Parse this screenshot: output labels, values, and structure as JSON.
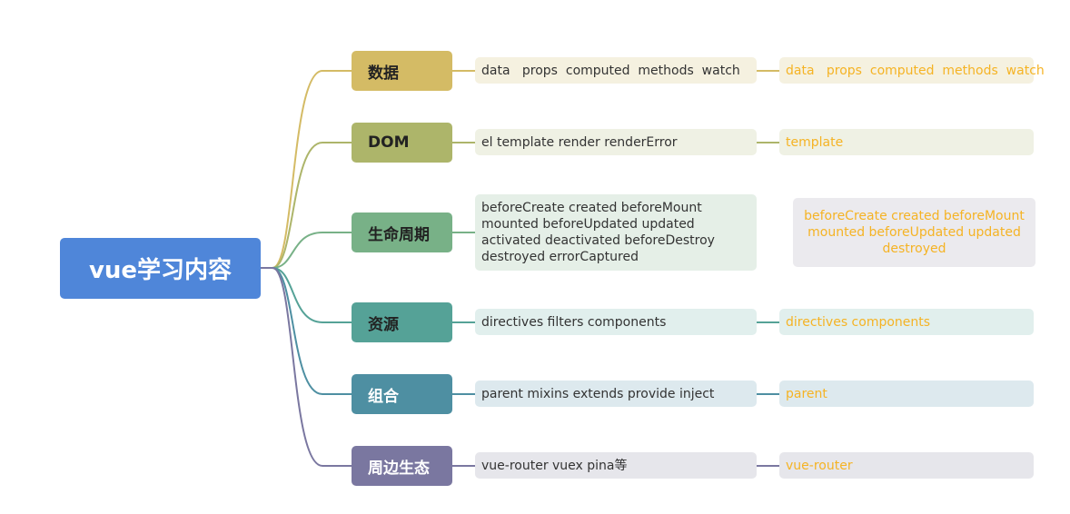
{
  "root": {
    "label": "vue学习内容",
    "color": "#4f86d9"
  },
  "branches": [
    {
      "label": "数据",
      "color": "#d4bb65",
      "text_color": "#222222",
      "detail": "data   props  computed  methods  watch",
      "detail_bg": "#f5f1e0",
      "note": "data   props  computed  methods  watch",
      "note_bg": "#f5f1e0"
    },
    {
      "label": "DOM",
      "color": "#adb56a",
      "text_color": "#222222",
      "detail": "el  template render renderError",
      "detail_bg": "#eff1e4",
      "note": "template",
      "note_bg": "#eff1e4"
    },
    {
      "label": "生命周期",
      "color": "#78b187",
      "text_color": "#222222",
      "detail": "beforeCreate created beforeMount mounted beforeUpdated updated activated deactivated beforeDestroy destroyed errorCaptured",
      "detail_bg": "#e5efe7",
      "note": "beforeCreate created beforeMount mounted beforeUpdated updated destroyed",
      "note_bg": "#ebeaee"
    },
    {
      "label": "资源",
      "color": "#55a297",
      "text_color": "#222222",
      "detail": "directives filters components",
      "detail_bg": "#e1efed",
      "note": "directives components",
      "note_bg": "#e1efed"
    },
    {
      "label": "组合",
      "color": "#4e8fa2",
      "text_color": "#ffffff",
      "detail": "parent mixins extends provide inject",
      "detail_bg": "#dde9ee",
      "note": "parent",
      "note_bg": "#dde9ee"
    },
    {
      "label": "周边生态",
      "color": "#7a77a0",
      "text_color": "#ffffff",
      "detail": "vue-router vuex pina等",
      "detail_bg": "#e6e6eb",
      "note": "vue-router",
      "note_bg": "#e6e6eb"
    }
  ],
  "note_color": "#f5b324"
}
